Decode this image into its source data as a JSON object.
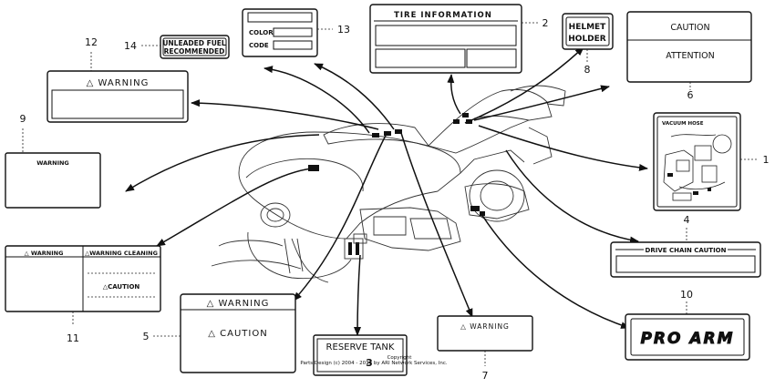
{
  "callouts": {
    "c1": "1",
    "c2": "2",
    "c3": "3",
    "c4": "4",
    "c5": "5",
    "c6": "6",
    "c7": "7",
    "c8": "8",
    "c9": "9",
    "c10": "10",
    "c11": "11",
    "c12": "12",
    "c13": "13",
    "c14": "14"
  },
  "labels": {
    "unleaded": [
      "UNLEADED FUEL",
      "RECOMMENDED"
    ],
    "color_label": {
      "color": "COLOR",
      "code": "CODE"
    },
    "tire": "TIRE INFORMATION",
    "helmet": [
      "HELMET",
      "HOLDER"
    ],
    "caution_attention": {
      "caution": "CAUTION",
      "attention": "ATTENTION"
    },
    "warning12": "△ WARNING",
    "warning9": "WARNING",
    "vacuum": "VACUUM HOSE",
    "drive_chain": "DRIVE CHAIN CAUTION",
    "warning11": {
      "left": "△ WARNING",
      "right": "△WARNING CLEANING",
      "caution": "△CAUTION"
    },
    "warning_caution5": {
      "warning": "△ WARNING",
      "caution": "△ CAUTION"
    },
    "reserve": "RESERVE TANK",
    "warning7": "△ WARNING",
    "proarm": "PRO ARM"
  },
  "copyright": [
    "Copyright",
    "Parts Design (c) 2004 - 2014 by ARI Network Services, Inc."
  ]
}
